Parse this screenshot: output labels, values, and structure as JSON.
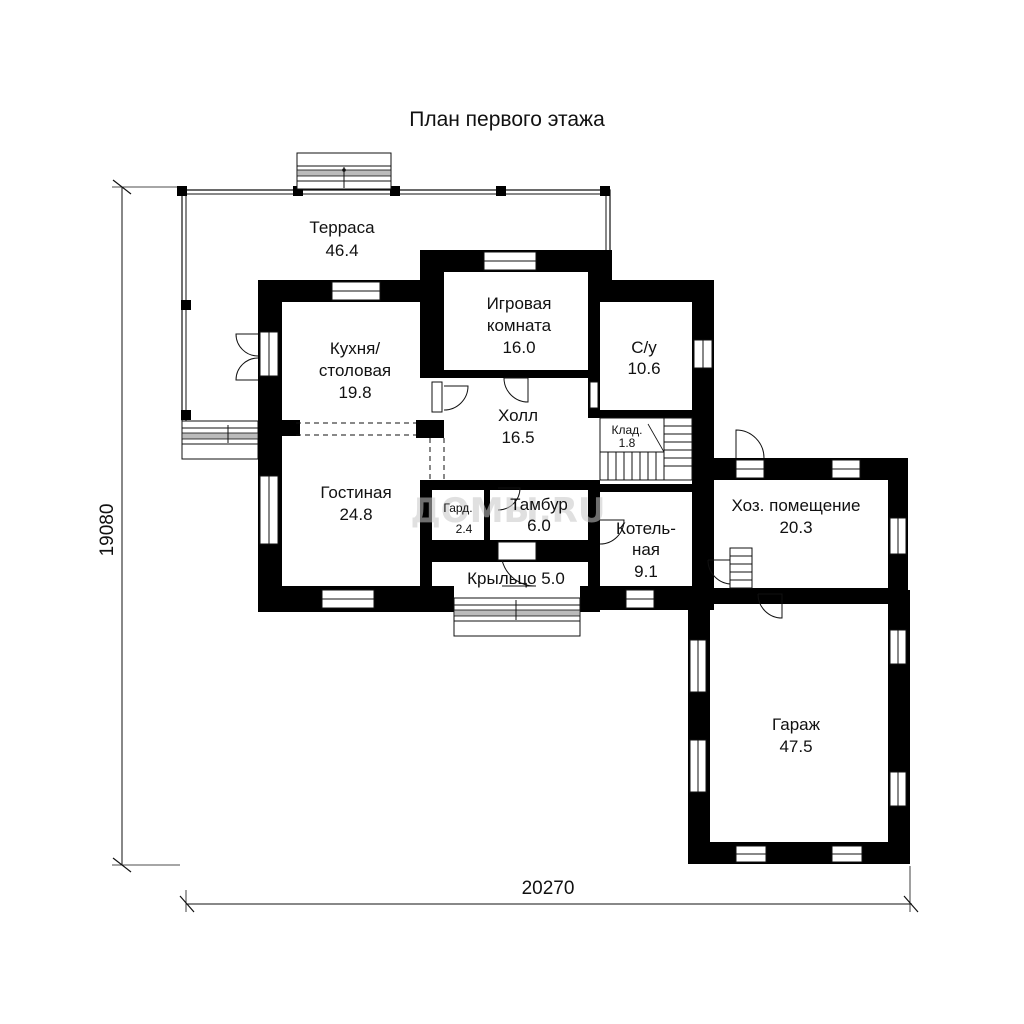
{
  "title": "План первого этажа",
  "dimensions": {
    "width": "20270",
    "height": "19080"
  },
  "watermark": "ДОМЫ.RU",
  "rooms": {
    "terrace": {
      "name": "Терраса",
      "area": "46.4"
    },
    "kitchen": {
      "line1": "Кухня/",
      "line2": "столовая",
      "area": "19.8"
    },
    "playroom": {
      "line1": "Игровая",
      "line2": "комната",
      "area": "16.0"
    },
    "bathroom": {
      "name": "С/у",
      "area": "10.6"
    },
    "hall": {
      "name": "Холл",
      "area": "16.5"
    },
    "pantry": {
      "name": "Клад.",
      "area": "1.8"
    },
    "living": {
      "name": "Гостиная",
      "area": "24.8"
    },
    "wardrobe": {
      "name": "Гард.",
      "area": "2.4"
    },
    "vestibule": {
      "name": "Тамбур",
      "area": "6.0"
    },
    "boiler": {
      "line1": "Котель-",
      "line2": "ная",
      "area": "9.1"
    },
    "utility": {
      "name": "Хоз. помещение",
      "area": "20.3"
    },
    "porch": {
      "label": "Крыльцо 5.0"
    },
    "garage": {
      "name": "Гараж",
      "area": "47.5"
    }
  },
  "colors": {
    "wall": "#000000",
    "line": "#111111",
    "step": "#bbbbbb",
    "background": "#ffffff"
  }
}
